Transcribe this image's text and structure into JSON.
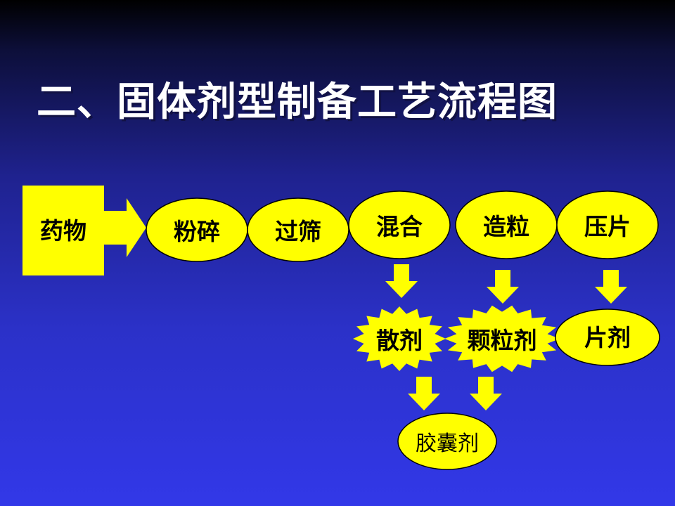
{
  "title": "二、固体剂型制备工艺流程图",
  "colors": {
    "node_fill": "#ffff00",
    "node_stroke": "#000000",
    "arrow_fill": "#ffff00"
  },
  "nodes": {
    "drug": "药物",
    "crush": "粉碎",
    "sieve": "过筛",
    "mix": "混合",
    "granulate": "造粒",
    "press": "压片",
    "powder": "散剂",
    "granules": "颗粒剂",
    "tablet": "片剂",
    "capsule": "胶囊剂"
  }
}
